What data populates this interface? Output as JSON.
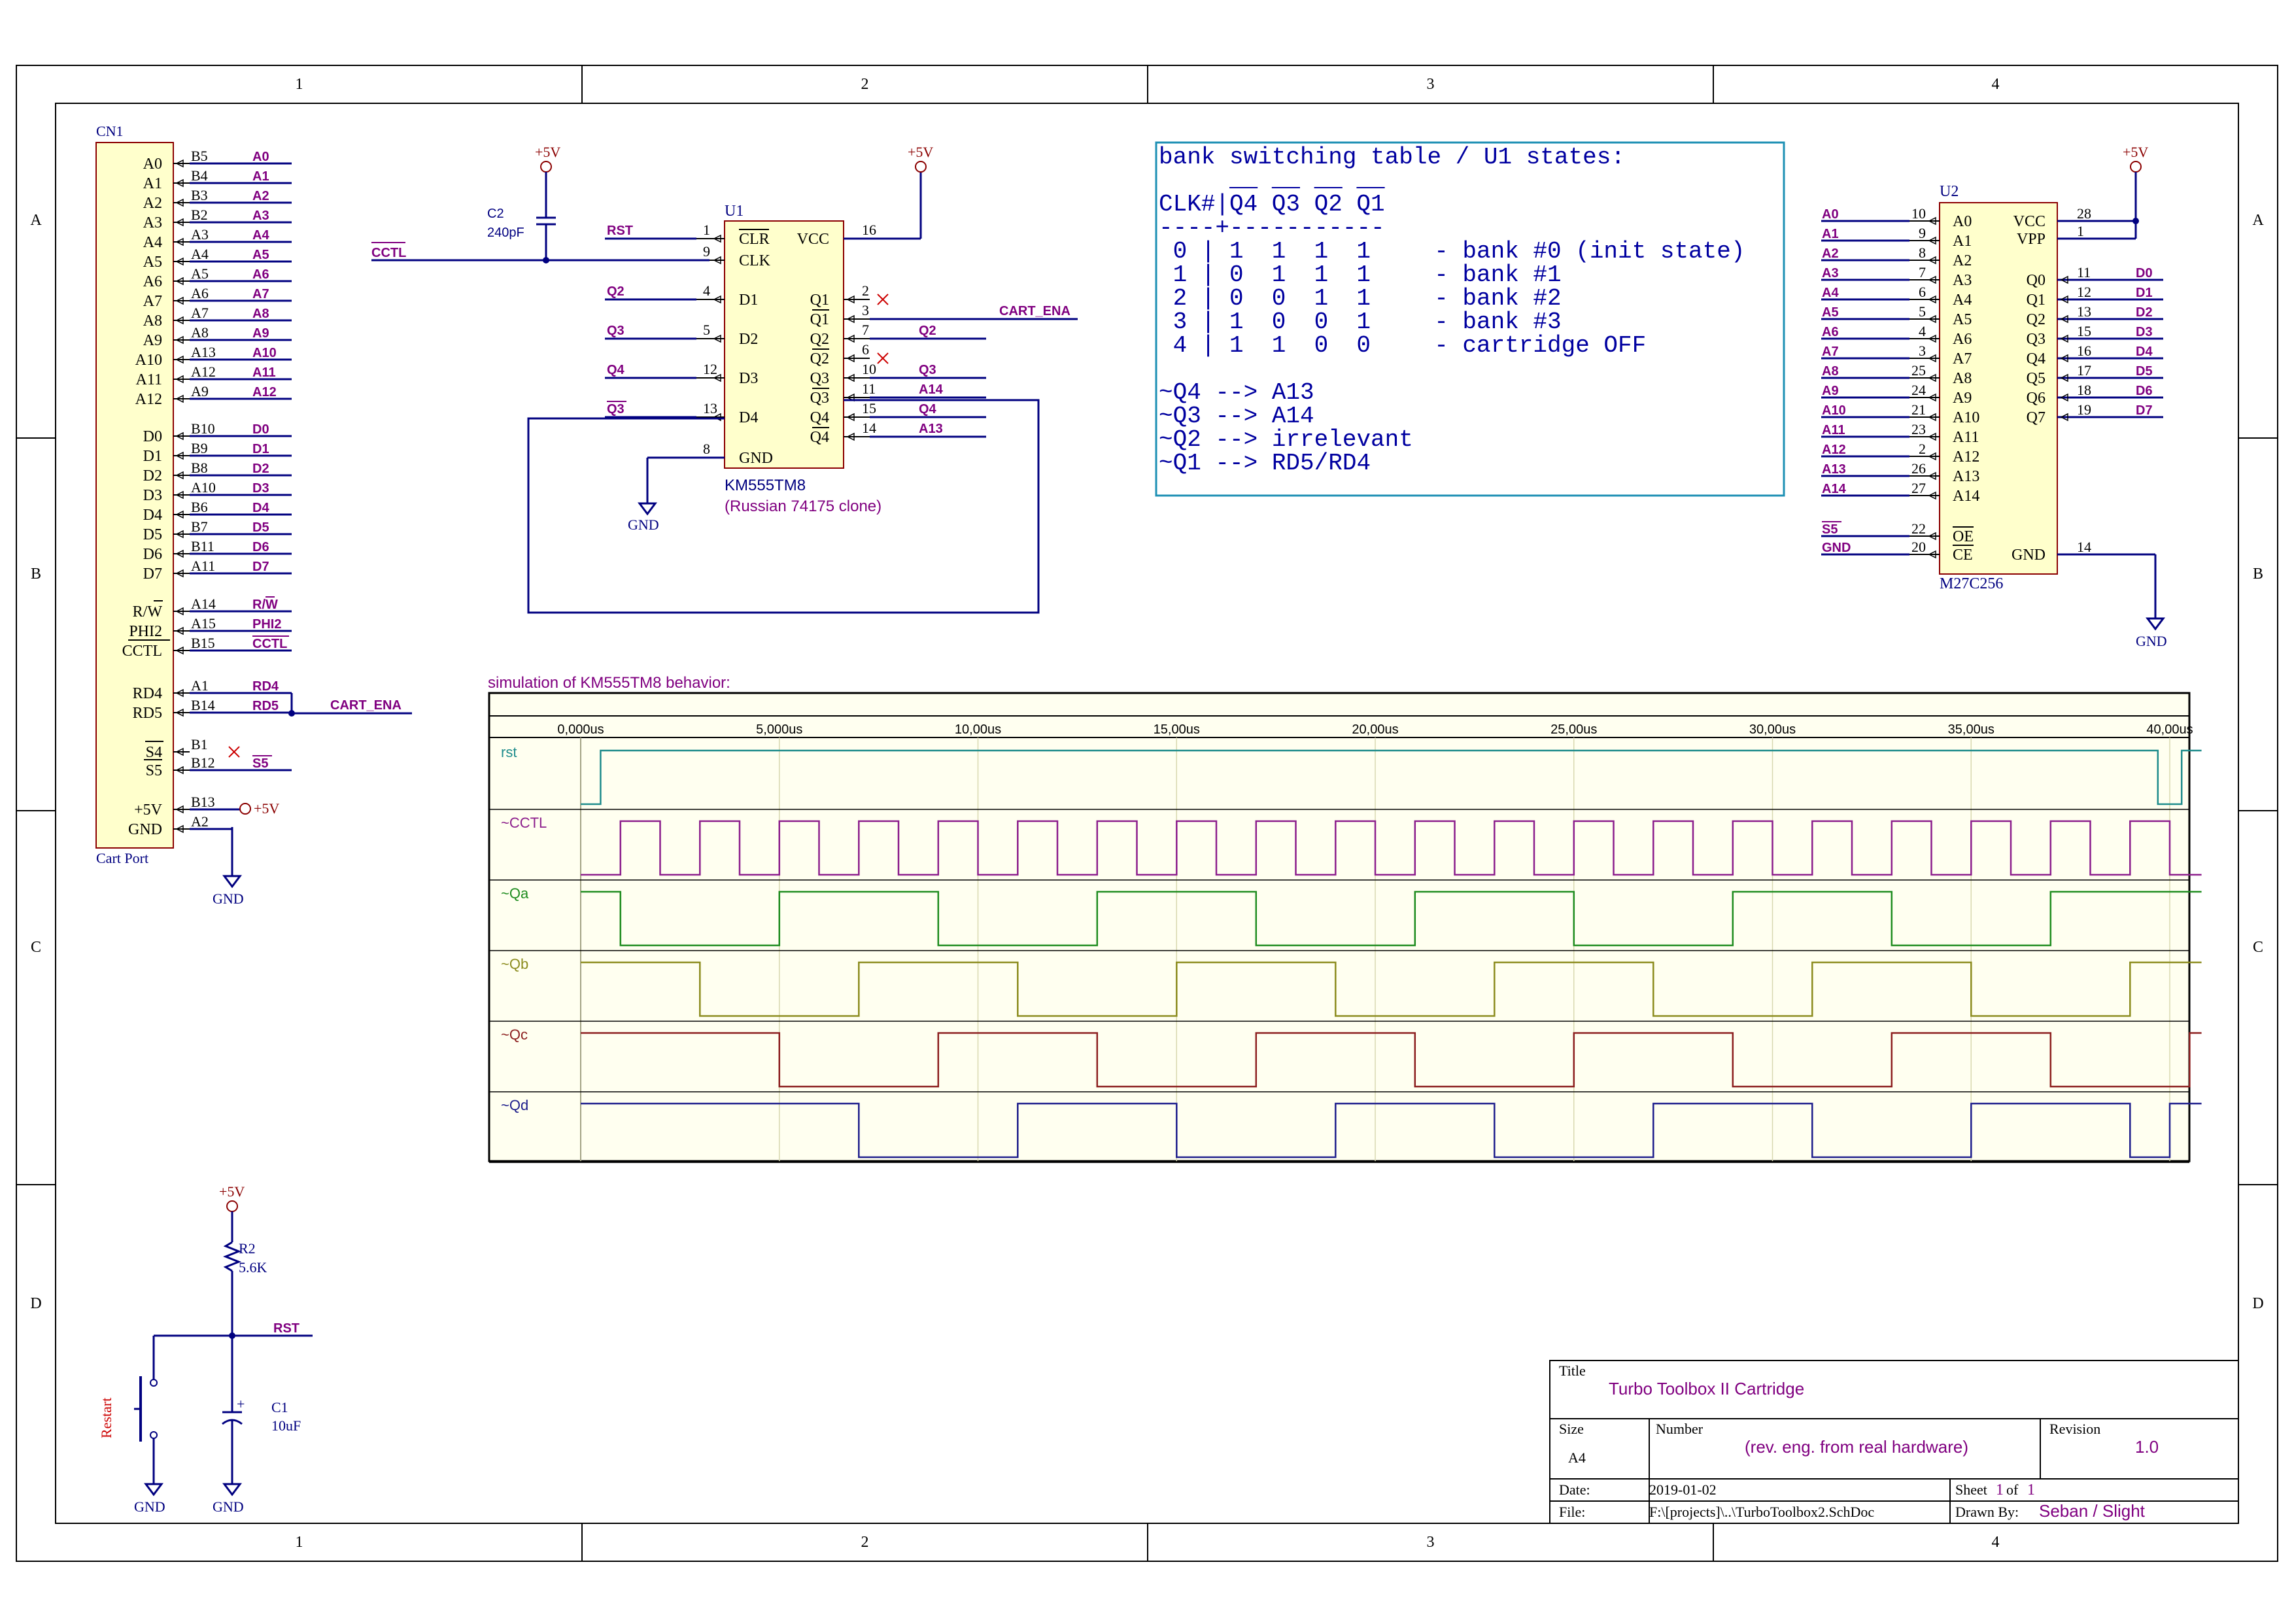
{
  "frame": {
    "columns": [
      "1",
      "2",
      "3",
      "4"
    ],
    "rows": [
      "A",
      "B",
      "C",
      "D"
    ]
  },
  "cn1": {
    "ref": "CN1",
    "caption": "Cart Port",
    "pins": [
      {
        "name": "A0",
        "pin": "B5",
        "net": "A0"
      },
      {
        "name": "A1",
        "pin": "B4",
        "net": "A1"
      },
      {
        "name": "A2",
        "pin": "B3",
        "net": "A2"
      },
      {
        "name": "A3",
        "pin": "B2",
        "net": "A3"
      },
      {
        "name": "A4",
        "pin": "A3",
        "net": "A4"
      },
      {
        "name": "A5",
        "pin": "A4",
        "net": "A5"
      },
      {
        "name": "A6",
        "pin": "A5",
        "net": "A6"
      },
      {
        "name": "A7",
        "pin": "A6",
        "net": "A7"
      },
      {
        "name": "A8",
        "pin": "A7",
        "net": "A8"
      },
      {
        "name": "A9",
        "pin": "A8",
        "net": "A9"
      },
      {
        "name": "A10",
        "pin": "A13",
        "net": "A10"
      },
      {
        "name": "A11",
        "pin": "A12",
        "net": "A11"
      },
      {
        "name": "A12",
        "pin": "A9",
        "net": "A12"
      },
      {
        "name": "D0",
        "pin": "B10",
        "net": "D0"
      },
      {
        "name": "D1",
        "pin": "B9",
        "net": "D1"
      },
      {
        "name": "D2",
        "pin": "B8",
        "net": "D2"
      },
      {
        "name": "D3",
        "pin": "A10",
        "net": "D3"
      },
      {
        "name": "D4",
        "pin": "B6",
        "net": "D4"
      },
      {
        "name": "D5",
        "pin": "B7",
        "net": "D5"
      },
      {
        "name": "D6",
        "pin": "B11",
        "net": "D6"
      },
      {
        "name": "D7",
        "pin": "A11",
        "net": "D7"
      },
      {
        "name": "R/W",
        "pin": "A14",
        "net": "R/W"
      },
      {
        "name": "PHI2",
        "pin": "A15",
        "net": "PHI2"
      },
      {
        "name": "CCTL",
        "pin": "B15",
        "net": "CCTL"
      },
      {
        "name": "RD4",
        "pin": "A1",
        "net": "RD4"
      },
      {
        "name": "RD5",
        "pin": "B14",
        "net": "RD5"
      },
      {
        "name": "S4",
        "pin": "B1",
        "net": ""
      },
      {
        "name": "S5",
        "pin": "B12",
        "net": "S5"
      },
      {
        "name": "+5V",
        "pin": "B13",
        "net": "+5V"
      },
      {
        "name": "GND",
        "pin": "A2",
        "net": "GND"
      }
    ],
    "cart_ena": "CART_ENA"
  },
  "c2": {
    "ref": "C2",
    "value": "240pF"
  },
  "u1": {
    "ref": "U1",
    "part": "KM555TM8",
    "note": "(Russian 74175 clone)",
    "left_pins": [
      {
        "num": "1",
        "name": "CLR",
        "net": "RST"
      },
      {
        "num": "9",
        "name": "CLK",
        "net": "CCTL"
      },
      {
        "num": "4",
        "name": "D1",
        "net": "Q2"
      },
      {
        "num": "5",
        "name": "D2",
        "net": "Q3"
      },
      {
        "num": "12",
        "name": "D3",
        "net": "Q4"
      },
      {
        "num": "13",
        "name": "D4",
        "net": "Q3"
      },
      {
        "num": "8",
        "name": "GND",
        "net": ""
      }
    ],
    "right_pins": [
      {
        "num": "16",
        "name": "VCC",
        "net": "+5V"
      },
      {
        "num": "2",
        "name": "Q1",
        "net": ""
      },
      {
        "num": "3",
        "name": "Q1",
        "net": "CART_ENA"
      },
      {
        "num": "7",
        "name": "Q2",
        "net": "Q2"
      },
      {
        "num": "6",
        "name": "Q2",
        "net": ""
      },
      {
        "num": "10",
        "name": "Q3",
        "net": "Q3"
      },
      {
        "num": "11",
        "name": "Q3",
        "net": "A14"
      },
      {
        "num": "15",
        "name": "Q4",
        "net": "Q4"
      },
      {
        "num": "14",
        "name": "Q4",
        "net": "A13"
      }
    ]
  },
  "power": {
    "vcc": "+5V",
    "gnd": "GND"
  },
  "table": {
    "title": "bank switching table / U1 states:",
    "header_prefix": "CLK#|",
    "header_cols": [
      "Q4",
      "Q3",
      "Q2",
      "Q1"
    ],
    "divider": "----+-----------",
    "rows": [
      {
        "clk": "0",
        "bits": [
          "1",
          "1",
          "1",
          "1"
        ],
        "desc": "- bank #0 (init state)"
      },
      {
        "clk": "1",
        "bits": [
          "0",
          "1",
          "1",
          "1"
        ],
        "desc": "- bank #1"
      },
      {
        "clk": "2",
        "bits": [
          "0",
          "0",
          "1",
          "1"
        ],
        "desc": "- bank #2"
      },
      {
        "clk": "3",
        "bits": [
          "1",
          "0",
          "0",
          "1"
        ],
        "desc": "- bank #3"
      },
      {
        "clk": "4",
        "bits": [
          "1",
          "1",
          "0",
          "0"
        ],
        "desc": "- cartridge OFF"
      }
    ],
    "mapping": [
      "~Q4 --> A13",
      "~Q3 --> A14",
      "~Q2 --> irrelevant",
      "~Q1 --> RD5/RD4"
    ]
  },
  "u2": {
    "ref": "U2",
    "part": "M27C256",
    "left_pins": [
      {
        "num": "10",
        "name": "A0",
        "net": "A0"
      },
      {
        "num": "9",
        "name": "A1",
        "net": "A1"
      },
      {
        "num": "8",
        "name": "A2",
        "net": "A2"
      },
      {
        "num": "7",
        "name": "A3",
        "net": "A3"
      },
      {
        "num": "6",
        "name": "A4",
        "net": "A4"
      },
      {
        "num": "5",
        "name": "A5",
        "net": "A5"
      },
      {
        "num": "4",
        "name": "A6",
        "net": "A6"
      },
      {
        "num": "3",
        "name": "A7",
        "net": "A7"
      },
      {
        "num": "25",
        "name": "A8",
        "net": "A8"
      },
      {
        "num": "24",
        "name": "A9",
        "net": "A9"
      },
      {
        "num": "21",
        "name": "A10",
        "net": "A10"
      },
      {
        "num": "23",
        "name": "A11",
        "net": "A11"
      },
      {
        "num": "2",
        "name": "A12",
        "net": "A12"
      },
      {
        "num": "26",
        "name": "A13",
        "net": "A13"
      },
      {
        "num": "27",
        "name": "A14",
        "net": "A14"
      },
      {
        "num": "22",
        "name": "OE",
        "net": "S5"
      },
      {
        "num": "20",
        "name": "CE",
        "net": "GND"
      }
    ],
    "right_pins": [
      {
        "num": "28",
        "name": "VCC",
        "net": ""
      },
      {
        "num": "1",
        "name": "VPP",
        "net": ""
      },
      {
        "num": "11",
        "name": "Q0",
        "net": "D0"
      },
      {
        "num": "12",
        "name": "Q1",
        "net": "D1"
      },
      {
        "num": "13",
        "name": "Q2",
        "net": "D2"
      },
      {
        "num": "15",
        "name": "Q3",
        "net": "D3"
      },
      {
        "num": "16",
        "name": "Q4",
        "net": "D4"
      },
      {
        "num": "17",
        "name": "Q5",
        "net": "D5"
      },
      {
        "num": "18",
        "name": "Q6",
        "net": "D6"
      },
      {
        "num": "19",
        "name": "Q7",
        "net": "D7"
      },
      {
        "num": "14",
        "name": "GND",
        "net": ""
      }
    ]
  },
  "simulation": {
    "title": "simulation of KM555TM8 behavior:",
    "ticks": [
      "0,000us",
      "5,000us",
      "10,00us",
      "15,00us",
      "20,00us",
      "25,00us",
      "30,00us",
      "35,00us",
      "40,00us"
    ],
    "signals": [
      {
        "name": "rst",
        "color": "#1e8c8c"
      },
      {
        "name": "~CCTL",
        "color": "#8c1e8c"
      },
      {
        "name": "~Qa",
        "color": "#1e8c1e"
      },
      {
        "name": "~Qb",
        "color": "#8c8c1e"
      },
      {
        "name": "~Qc",
        "color": "#8c1e1e"
      },
      {
        "name": "~Qd",
        "color": "#1e1e8c"
      }
    ]
  },
  "reset": {
    "r2_ref": "R2",
    "r2_value": "5.6K",
    "c1_ref": "C1",
    "c1_value": "10uF",
    "net": "RST",
    "switch_label": "Restart"
  },
  "title_block": {
    "title_label": "Title",
    "title": "Turbo Toolbox II Cartridge",
    "size_label": "Size",
    "size": "A4",
    "number_label": "Number",
    "number": "(rev. eng. from real hardware)",
    "revision_label": "Revision",
    "revision": "1.0",
    "date_label": "Date:",
    "date": "2019-01-02",
    "sheet_label": "Sheet",
    "sheet_num": "1",
    "sheet_of": "of",
    "sheet_total": "1",
    "file_label": "File:",
    "file": "F:\\[projects]\\..\\TurboToolbox2.SchDoc",
    "drawn_label": "Drawn By:",
    "drawn_by": "Seban / Slight"
  },
  "colors": {
    "frame": "#000000",
    "wire": "#000080",
    "net_label": "#800080",
    "component": "#ffffcc",
    "component_border": "#8b0000",
    "power": "#8b0000",
    "table_border": "#1e90b4",
    "table_text": "#0000a0"
  }
}
